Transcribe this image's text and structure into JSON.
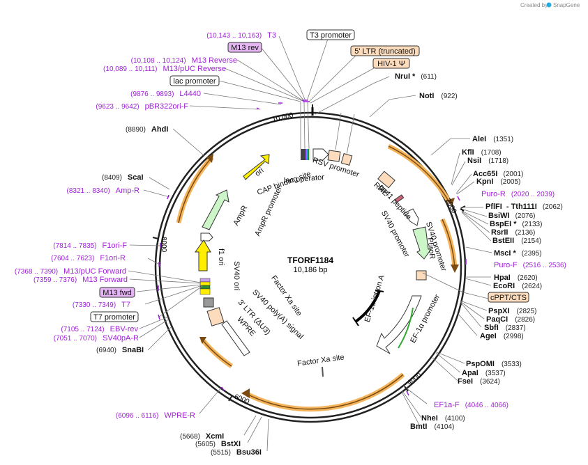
{
  "header": {
    "credit_prefix": "Created by",
    "credit_brand": "SnapGene"
  },
  "plasmid": {
    "name": "TFORF1184",
    "size_label": "10,186 bp",
    "length": 10186
  },
  "ticks": [
    "10,000",
    "2000",
    "4000",
    "6000",
    "8000"
  ],
  "restriction_sites": [
    {
      "name": "NruI *",
      "pos": "(611)"
    },
    {
      "name": "NotI",
      "pos": "(922)"
    },
    {
      "name": "AleI",
      "pos": "(1351)"
    },
    {
      "name": "KflI",
      "pos": "(1708)"
    },
    {
      "name": "NsiI",
      "pos": "(1718)"
    },
    {
      "name": "Acc65I",
      "pos": "(2001)"
    },
    {
      "name": "KpnI",
      "pos": "(2005)"
    },
    {
      "name": "PflFI",
      "pos": ""
    },
    {
      "name": "- Tth111I",
      "pos": "(2062)"
    },
    {
      "name": "BsiWI",
      "pos": "(2076)"
    },
    {
      "name": "BspEI *",
      "pos": "(2133)"
    },
    {
      "name": "RsrII",
      "pos": "(2136)"
    },
    {
      "name": "BstEII",
      "pos": "(2154)"
    },
    {
      "name": "MscI *",
      "pos": "(2395)"
    },
    {
      "name": "HpaI",
      "pos": "(2620)"
    },
    {
      "name": "EcoRI",
      "pos": "(2624)"
    },
    {
      "name": "PspXI",
      "pos": "(2825)"
    },
    {
      "name": "PaqCI",
      "pos": "(2826)"
    },
    {
      "name": "SbfI",
      "pos": "(2837)"
    },
    {
      "name": "AgeI",
      "pos": "(2998)"
    },
    {
      "name": "PspOMI",
      "pos": "(3533)"
    },
    {
      "name": "ApaI",
      "pos": "(3537)"
    },
    {
      "name": "FseI",
      "pos": "(3624)"
    },
    {
      "name": "NheI",
      "pos": "(4100)"
    },
    {
      "name": "BmtI",
      "pos": "(4104)"
    },
    {
      "name": "Bsu36I",
      "pos": "(5515)"
    },
    {
      "name": "BstXI",
      "pos": "(5605)"
    },
    {
      "name": "XcmI",
      "pos": "(5668)"
    },
    {
      "name": "SnaBI",
      "pos": "(6940)"
    },
    {
      "name": "ScaI",
      "pos": "(8409)"
    },
    {
      "name": "AhdI",
      "pos": "(8890)"
    }
  ],
  "primers": [
    {
      "name": "T3",
      "range": "(10,143 .. 10,163)"
    },
    {
      "name": "M13 Reverse",
      "range": "(10,108 .. 10,124)"
    },
    {
      "name": "M13/pUC Reverse",
      "range": "(10,089 .. 10,111)"
    },
    {
      "name": "L4440",
      "range": "(9876 .. 9893)"
    },
    {
      "name": "pBR322ori-F",
      "range": "(9623 .. 9642)"
    },
    {
      "name": "Amp-R",
      "range": "(8321 .. 8340)"
    },
    {
      "name": "F1ori-F",
      "range": "(7814 .. 7835)"
    },
    {
      "name": "F1ori-R",
      "range": "(7604 .. 7623)"
    },
    {
      "name": "M13/pUC Forward",
      "range": "(7368 .. 7390)"
    },
    {
      "name": "M13 Forward",
      "range": "(7359 .. 7376)"
    },
    {
      "name": "T7",
      "range": "(7330 .. 7349)"
    },
    {
      "name": "EBV-rev",
      "range": "(7105 .. 7124)"
    },
    {
      "name": "SV40pA-R",
      "range": "(7051 .. 7070)"
    },
    {
      "name": "WPRE-R",
      "range": "(6096 .. 6116)"
    },
    {
      "name": "Puro-R",
      "range": "(2020 .. 2039)"
    },
    {
      "name": "Puro-F",
      "range": "(2516 .. 2536)"
    },
    {
      "name": "EF1a-F",
      "range": "(4046 .. 4066)"
    }
  ],
  "boxed_labels": {
    "m13_rev": "M13 rev",
    "m13_fwd": "M13 fwd",
    "t3_promoter": "T3 promoter",
    "t7_promoter": "T7 promoter",
    "lac_promoter": "lac promoter",
    "ltr5": "5' LTR (truncated)",
    "hiv": "HIV-1 Ψ",
    "cppt": "cPPT/CTS"
  },
  "features": {
    "rsv_promoter": "RSV promoter",
    "cap_site": "CAP binding site",
    "lac_operator": "lac operator",
    "ori": "ori",
    "ampr": "AmpR",
    "ampr_promoter": "AmpR promoter",
    "f1_ori": "f1 ori",
    "sv40_ori": "SV40 ori",
    "factor_xa_1": "Factor Xa site",
    "sv40_polya": "SV40 poly(A) signal",
    "ltr3": "3' LTR (ΔU3)",
    "wpre": "WPRE",
    "factor_xa_2": "Factor Xa site",
    "ef1a_intron": "EF-1α intron A",
    "ef1a_promoter": "EF-1α promoter",
    "sv40_promoter_1": "SV40 promoter",
    "sv40_promoter_2": "SV40 promoter",
    "rre": "RRE",
    "gp41": "gp41 peptide",
    "puror": "PuroR"
  },
  "colors": {
    "primer": "#a020d8",
    "orf_fill": "#f3b45c",
    "orf_stroke": "#7a4a10",
    "ori_yellow": "#ffee00",
    "ampr_green": "#ccf5c8",
    "ltr_fill": "#fcdcbc",
    "m13_fill": "#e3b6f2"
  }
}
